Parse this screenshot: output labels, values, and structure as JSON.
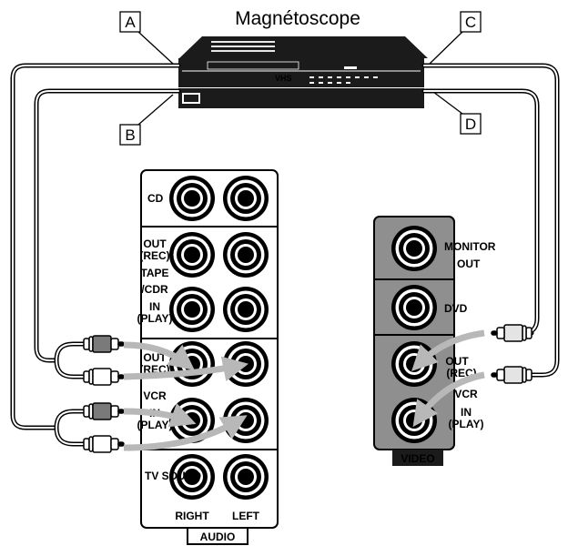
{
  "title": "Magnétoscope",
  "vcr": {
    "brand": "VHS",
    "callouts": [
      "A",
      "B",
      "C",
      "D"
    ]
  },
  "audio_panel": {
    "footer": "AUDIO",
    "rows": {
      "cd": "CD",
      "tape_out": [
        "OUT",
        "(REC)"
      ],
      "tape_name": [
        "TAPE",
        "/CDR"
      ],
      "tape_in": [
        "IN",
        "(PLAY)"
      ],
      "vcr_out": [
        "OUT",
        "(REC)"
      ],
      "vcr_name": "VCR",
      "vcr_in": [
        "IN",
        "(PLAY)"
      ],
      "tv_sound": "TV SOUND"
    },
    "columns": [
      "RIGHT",
      "LEFT"
    ]
  },
  "video_panel": {
    "footer": "VIDEO",
    "monitor_out": [
      "MONITOR",
      "OUT"
    ],
    "dvd": "DVD",
    "vcr_out": [
      "OUT",
      "(REC)"
    ],
    "vcr_name": "VCR",
    "vcr_in": [
      "IN",
      "(PLAY)"
    ]
  }
}
